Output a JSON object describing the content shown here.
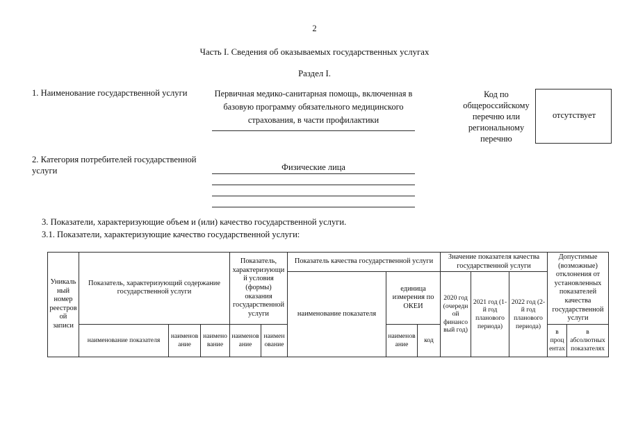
{
  "document": {
    "page_number": "2",
    "part_title": "Часть I. Сведения об оказываемых государственных услугах",
    "section_title": "Раздел I."
  },
  "item1": {
    "label": "1. Наименование государственной услуги",
    "value": "Первичная медико-санитарная помощь, включенная в базовую программу обязательного медицинского страхования, в части профилактики",
    "code_label": "Код по общероссийскому перечню или региональному перечню",
    "code_value": "отсутствует"
  },
  "item2": {
    "label": "2. Категория потребителей государственной услуги",
    "value": "Физические лица"
  },
  "item3": {
    "line1": "3. Показатели, характеризующие объем и (или) качество государственной услуги.",
    "line2": "3.1. Показатели, характеризующие качество государственной услуги:"
  },
  "table": {
    "col_unique_number": "Уникальный номер реестровой записи",
    "group_content": "Показатель, характеризующий содержание государственной услуги",
    "group_conditions": "Показатель, характеризующий условия (формы) оказания государственной услуги",
    "group_quality": "Показатель качества государственной услуги",
    "group_value": "Значение показателя качества государственной услуги",
    "group_deviation": "Допустимые (возможные) отклонения от установленных показателей качества государственной услуги",
    "unit_okei": "единица измерения по ОКЕИ",
    "naimenovanie_pokazatelya": "наименование показателя",
    "naimenovanie": "наименование",
    "kod": "код",
    "year_2020": "2020 год (очередной финансовый год)",
    "year_2021": "2021 год (1-й год планового периода)",
    "year_2022": "2022 год (2-й год планового периода)",
    "percent": "в процентах",
    "absolute": "в абсолютных показателях"
  }
}
